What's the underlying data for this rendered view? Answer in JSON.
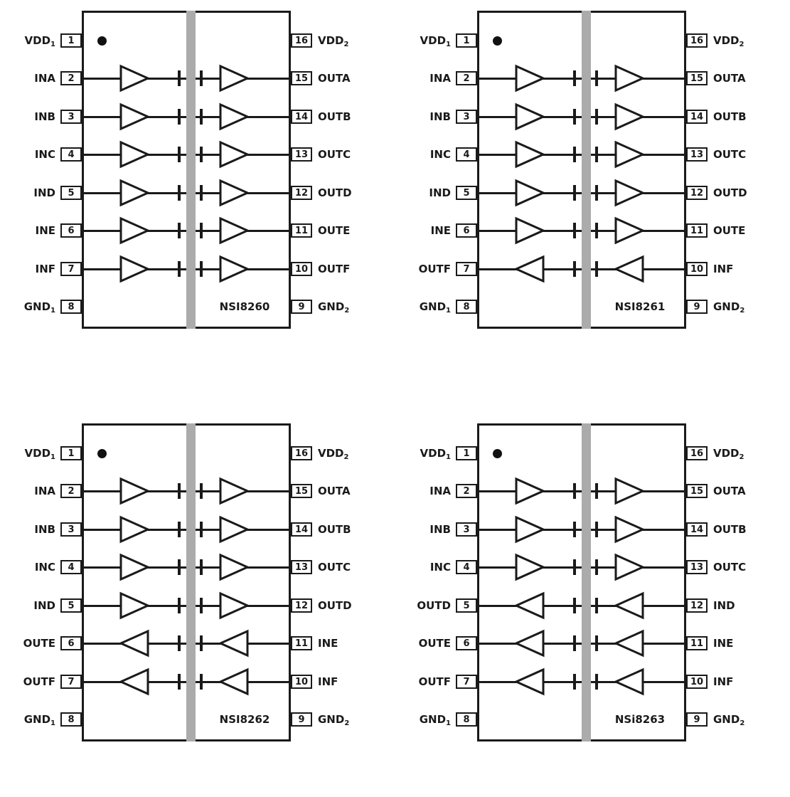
{
  "page": {
    "background": "#ffffff",
    "line_color": "#1a1a1a",
    "barrier_color": "#ababab",
    "description": "Pinout diagrams of four 16-pin digital isolator ICs"
  },
  "diagrams": [
    {
      "part": "NSI8260",
      "left_pins": [
        {
          "num": "1",
          "label": "VDD",
          "sub": "1"
        },
        {
          "num": "2",
          "label": "INA",
          "sub": ""
        },
        {
          "num": "3",
          "label": "INB",
          "sub": ""
        },
        {
          "num": "4",
          "label": "INC",
          "sub": ""
        },
        {
          "num": "5",
          "label": "IND",
          "sub": ""
        },
        {
          "num": "6",
          "label": "INE",
          "sub": ""
        },
        {
          "num": "7",
          "label": "INF",
          "sub": ""
        },
        {
          "num": "8",
          "label": "GND",
          "sub": "1"
        }
      ],
      "right_pins": [
        {
          "num": "16",
          "label": "VDD",
          "sub": "2"
        },
        {
          "num": "15",
          "label": "OUTA",
          "sub": ""
        },
        {
          "num": "14",
          "label": "OUTB",
          "sub": ""
        },
        {
          "num": "13",
          "label": "OUTC",
          "sub": ""
        },
        {
          "num": "12",
          "label": "OUTD",
          "sub": ""
        },
        {
          "num": "11",
          "label": "OUTE",
          "sub": ""
        },
        {
          "num": "10",
          "label": "OUTF",
          "sub": ""
        },
        {
          "num": "9",
          "label": "GND",
          "sub": "2"
        }
      ],
      "channels": [
        {
          "name": "A",
          "direction": "forward"
        },
        {
          "name": "B",
          "direction": "forward"
        },
        {
          "name": "C",
          "direction": "forward"
        },
        {
          "name": "D",
          "direction": "forward"
        },
        {
          "name": "E",
          "direction": "forward"
        },
        {
          "name": "F",
          "direction": "forward"
        }
      ]
    },
    {
      "part": "NSI8261",
      "left_pins": [
        {
          "num": "1",
          "label": "VDD",
          "sub": "1"
        },
        {
          "num": "2",
          "label": "INA",
          "sub": ""
        },
        {
          "num": "3",
          "label": "INB",
          "sub": ""
        },
        {
          "num": "4",
          "label": "INC",
          "sub": ""
        },
        {
          "num": "5",
          "label": "IND",
          "sub": ""
        },
        {
          "num": "6",
          "label": "INE",
          "sub": ""
        },
        {
          "num": "7",
          "label": "OUTF",
          "sub": ""
        },
        {
          "num": "8",
          "label": "GND",
          "sub": "1"
        }
      ],
      "right_pins": [
        {
          "num": "16",
          "label": "VDD",
          "sub": "2"
        },
        {
          "num": "15",
          "label": "OUTA",
          "sub": ""
        },
        {
          "num": "14",
          "label": "OUTB",
          "sub": ""
        },
        {
          "num": "13",
          "label": "OUTC",
          "sub": ""
        },
        {
          "num": "12",
          "label": "OUTD",
          "sub": ""
        },
        {
          "num": "11",
          "label": "OUTE",
          "sub": ""
        },
        {
          "num": "10",
          "label": "INF",
          "sub": ""
        },
        {
          "num": "9",
          "label": "GND",
          "sub": "2"
        }
      ],
      "channels": [
        {
          "name": "A",
          "direction": "forward"
        },
        {
          "name": "B",
          "direction": "forward"
        },
        {
          "name": "C",
          "direction": "forward"
        },
        {
          "name": "D",
          "direction": "forward"
        },
        {
          "name": "E",
          "direction": "forward"
        },
        {
          "name": "F",
          "direction": "reverse"
        }
      ]
    },
    {
      "part": "NSI8262",
      "left_pins": [
        {
          "num": "1",
          "label": "VDD",
          "sub": "1"
        },
        {
          "num": "2",
          "label": "INA",
          "sub": ""
        },
        {
          "num": "3",
          "label": "INB",
          "sub": ""
        },
        {
          "num": "4",
          "label": "INC",
          "sub": ""
        },
        {
          "num": "5",
          "label": "IND",
          "sub": ""
        },
        {
          "num": "6",
          "label": "OUTE",
          "sub": ""
        },
        {
          "num": "7",
          "label": "OUTF",
          "sub": ""
        },
        {
          "num": "8",
          "label": "GND",
          "sub": "1"
        }
      ],
      "right_pins": [
        {
          "num": "16",
          "label": "VDD",
          "sub": "2"
        },
        {
          "num": "15",
          "label": "OUTA",
          "sub": ""
        },
        {
          "num": "14",
          "label": "OUTB",
          "sub": ""
        },
        {
          "num": "13",
          "label": "OUTC",
          "sub": ""
        },
        {
          "num": "12",
          "label": "OUTD",
          "sub": ""
        },
        {
          "num": "11",
          "label": "INE",
          "sub": ""
        },
        {
          "num": "10",
          "label": "INF",
          "sub": ""
        },
        {
          "num": "9",
          "label": "GND",
          "sub": "2"
        }
      ],
      "channels": [
        {
          "name": "A",
          "direction": "forward"
        },
        {
          "name": "B",
          "direction": "forward"
        },
        {
          "name": "C",
          "direction": "forward"
        },
        {
          "name": "D",
          "direction": "forward"
        },
        {
          "name": "E",
          "direction": "reverse"
        },
        {
          "name": "F",
          "direction": "reverse"
        }
      ]
    },
    {
      "part": "NSi8263",
      "left_pins": [
        {
          "num": "1",
          "label": "VDD",
          "sub": "1"
        },
        {
          "num": "2",
          "label": "INA",
          "sub": ""
        },
        {
          "num": "3",
          "label": "INB",
          "sub": ""
        },
        {
          "num": "4",
          "label": "INC",
          "sub": ""
        },
        {
          "num": "5",
          "label": "OUTD",
          "sub": ""
        },
        {
          "num": "6",
          "label": "OUTE",
          "sub": ""
        },
        {
          "num": "7",
          "label": "OUTF",
          "sub": ""
        },
        {
          "num": "8",
          "label": "GND",
          "sub": "1"
        }
      ],
      "right_pins": [
        {
          "num": "16",
          "label": "VDD",
          "sub": "2"
        },
        {
          "num": "15",
          "label": "OUTA",
          "sub": ""
        },
        {
          "num": "14",
          "label": "OUTB",
          "sub": ""
        },
        {
          "num": "13",
          "label": "OUTC",
          "sub": ""
        },
        {
          "num": "12",
          "label": "IND",
          "sub": ""
        },
        {
          "num": "11",
          "label": "INE",
          "sub": ""
        },
        {
          "num": "10",
          "label": "INF",
          "sub": ""
        },
        {
          "num": "9",
          "label": "GND",
          "sub": "2"
        }
      ],
      "channels": [
        {
          "name": "A",
          "direction": "forward"
        },
        {
          "name": "B",
          "direction": "forward"
        },
        {
          "name": "C",
          "direction": "forward"
        },
        {
          "name": "D",
          "direction": "reverse"
        },
        {
          "name": "E",
          "direction": "reverse"
        },
        {
          "name": "F",
          "direction": "reverse"
        }
      ]
    }
  ]
}
